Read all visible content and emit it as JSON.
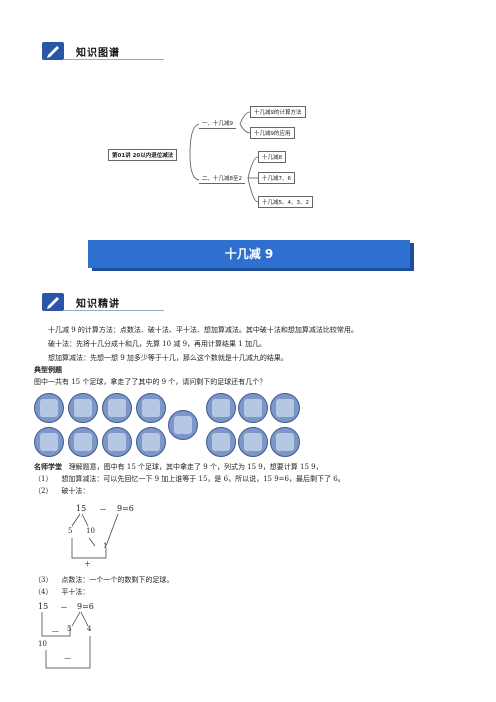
{
  "section1": {
    "title": "知识图谱"
  },
  "mindmap": {
    "root": "第01讲 20以内退位减法",
    "branch1": "一、十几减9",
    "branch1_children": [
      "十几减9的计算方法",
      "十几减9的应用"
    ],
    "branch2": "二、十几减8至2",
    "branch2_children": [
      "十几减8",
      "十几减7、6",
      "十几减5、4、3、2"
    ]
  },
  "banner": {
    "title": "十几减 9"
  },
  "section2": {
    "title": "知识精讲"
  },
  "content": {
    "p1": "十几减 9 的计算方法：点数法、破十法、平十法、想加算减法。其中破十法和想加算减法比较常用。",
    "p2": "破十法：先将十几分成十和几，先算 10 减 9，再用计算结果 1 加几。",
    "p3": "想加算减法：先想一想 9 加多少等于十几，那么这个数就是十几减九的结果。",
    "example_title": "典型例题",
    "example_q": "图中一共有 15 个足球，拿走了了其中的 9 个，请问剩下的足球还有几个？",
    "teacher_label": "名师学堂",
    "teacher_text": "理解题意，图中有 15 个足球，其中拿走了 9 个，列式为 15 9，想要计算 15 9，",
    "m1_num": "（1）",
    "m1_text": "想加算减法：可以先回忆一下 9 加上谁等于 15，是 6，所以说，15 9=6，最后剩下了 6。",
    "m2_num": "（2）",
    "m2_text": "破十法：",
    "m3_num": "（3）",
    "m3_text": "点数法：一个一个的数剩下的足球。",
    "m4_num": "（4）",
    "m4_text": "平十法："
  },
  "calc1": {
    "a": "15",
    "op": "－",
    "rest": "9=6",
    "s1": "5",
    "s2": "10",
    "r": "1",
    "plus": "＋"
  },
  "calc2": {
    "a": "15",
    "op": "－",
    "rest": "9=6",
    "minus1": "—",
    "s1": "5",
    "s2": "4",
    "ten": "10",
    "minus2": "—"
  },
  "colors": {
    "accent": "#2f6fd0",
    "ball": "#7d96c8"
  }
}
